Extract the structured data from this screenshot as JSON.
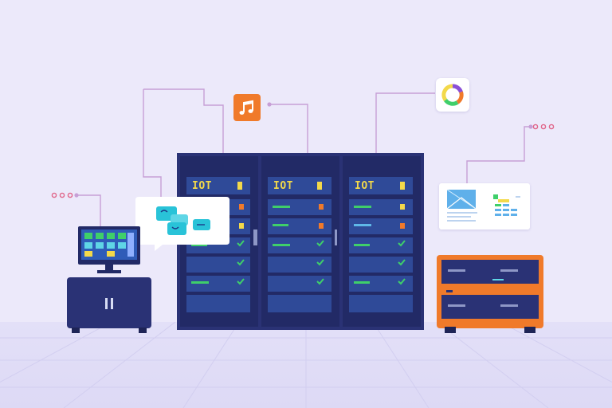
{
  "scene": {
    "racks": [
      {
        "label": "IOT"
      },
      {
        "label": "IOT"
      },
      {
        "label": "IOT"
      }
    ],
    "icons": {
      "music": "music-note-icon",
      "chart": "donut-chart-icon",
      "chat": "chat-bubbles-icon",
      "dashboard": "dashboard-card-icon",
      "desktop": "desktop-monitor-icon"
    }
  },
  "colors": {
    "background": "#ece9fa",
    "rack_body": "#2a3275",
    "rack_slot": "#2f4a98",
    "accent_yellow": "#f3d94a",
    "accent_green": "#3fcf6a",
    "accent_orange": "#f07a2a",
    "cable": "#c79fd6"
  }
}
